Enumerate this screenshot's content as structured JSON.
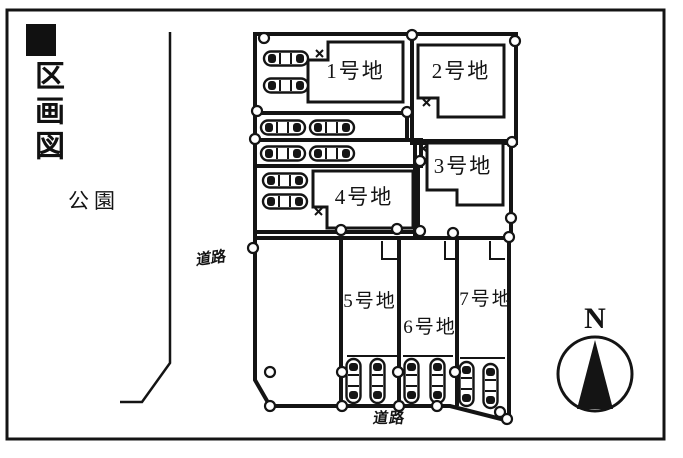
{
  "map_title": {
    "text": "区画図"
  },
  "labels": {
    "park": "公園",
    "road_left": "道路",
    "road_bottom": "道路"
  },
  "lots": [
    {
      "id": "lot-1",
      "label": "1号地"
    },
    {
      "id": "lot-2",
      "label": "2号地"
    },
    {
      "id": "lot-3",
      "label": "3号地"
    },
    {
      "id": "lot-4",
      "label": "4号地"
    },
    {
      "id": "lot-5",
      "label": "5号地"
    },
    {
      "id": "lot-6",
      "label": "6号地"
    },
    {
      "id": "lot-7",
      "label": "7号地"
    }
  ],
  "parking": {
    "horizontal_cars": 8,
    "vertical_cars": 6
  },
  "compass": {
    "label": "N"
  },
  "colors": {
    "ink": "#141414",
    "paper": "#ffffff"
  }
}
